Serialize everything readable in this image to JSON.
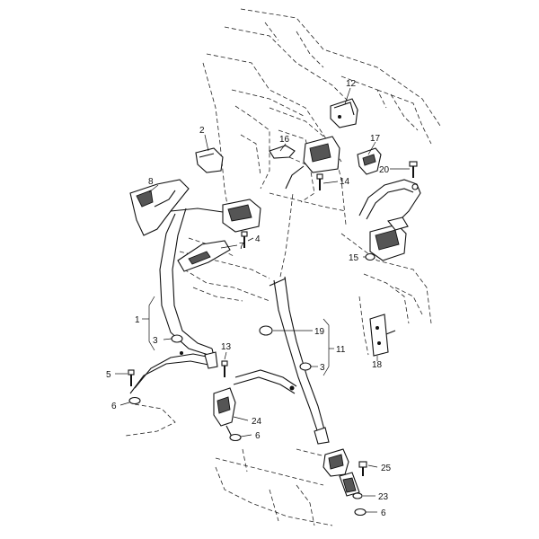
{
  "callouts": [
    {
      "id": "1",
      "text": "1"
    },
    {
      "id": "2",
      "text": "2"
    },
    {
      "id": "3a",
      "text": "3"
    },
    {
      "id": "3b",
      "text": "3"
    },
    {
      "id": "4",
      "text": "4"
    },
    {
      "id": "5",
      "text": "5"
    },
    {
      "id": "6a",
      "text": "6"
    },
    {
      "id": "6b",
      "text": "6"
    },
    {
      "id": "6c",
      "text": "6"
    },
    {
      "id": "7",
      "text": "7"
    },
    {
      "id": "8",
      "text": "8"
    },
    {
      "id": "11",
      "text": "11"
    },
    {
      "id": "12",
      "text": "12"
    },
    {
      "id": "13",
      "text": "13"
    },
    {
      "id": "14",
      "text": "14"
    },
    {
      "id": "15",
      "text": "15"
    },
    {
      "id": "16",
      "text": "16"
    },
    {
      "id": "17",
      "text": "17"
    },
    {
      "id": "18",
      "text": "18"
    },
    {
      "id": "19",
      "text": "19"
    },
    {
      "id": "20",
      "text": "20"
    },
    {
      "id": "23",
      "text": "23"
    },
    {
      "id": "24",
      "text": "24"
    },
    {
      "id": "25",
      "text": "25"
    }
  ]
}
